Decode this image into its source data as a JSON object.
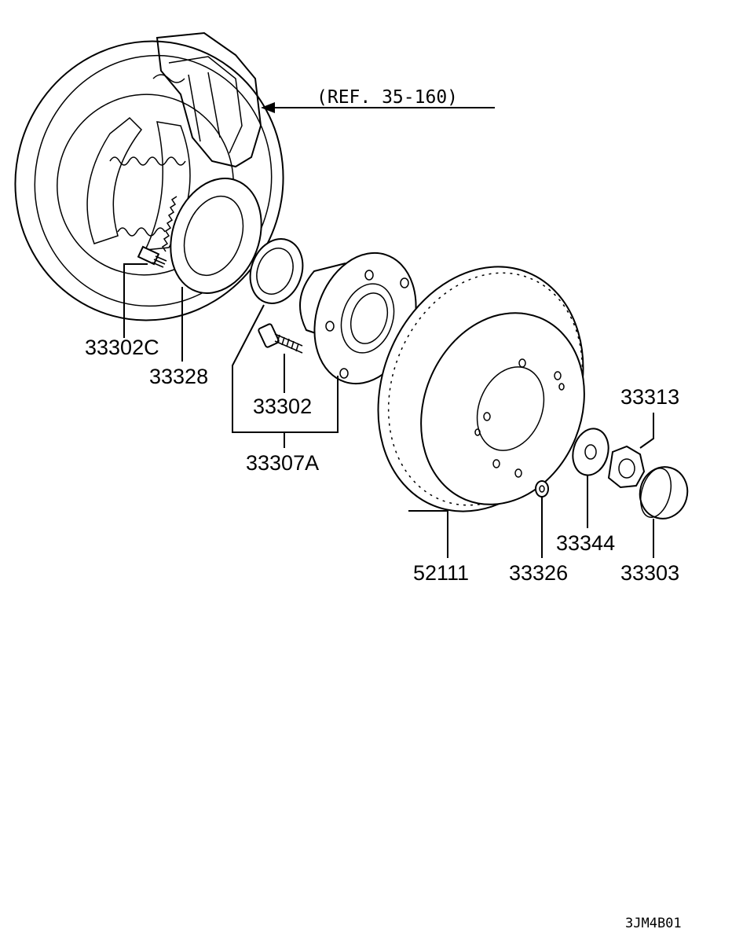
{
  "diagram": {
    "ref_note": "(REF. 35-160)",
    "drawing_code": "3JM4B01",
    "parts": [
      {
        "id": "33302C",
        "label": "33302C"
      },
      {
        "id": "33328",
        "label": "33328"
      },
      {
        "id": "33302",
        "label": "33302"
      },
      {
        "id": "33307A",
        "label": "33307A"
      },
      {
        "id": "52111",
        "label": "52111"
      },
      {
        "id": "33326",
        "label": "33326"
      },
      {
        "id": "33344",
        "label": "33344"
      },
      {
        "id": "33313",
        "label": "33313"
      },
      {
        "id": "33303",
        "label": "33303"
      }
    ]
  }
}
